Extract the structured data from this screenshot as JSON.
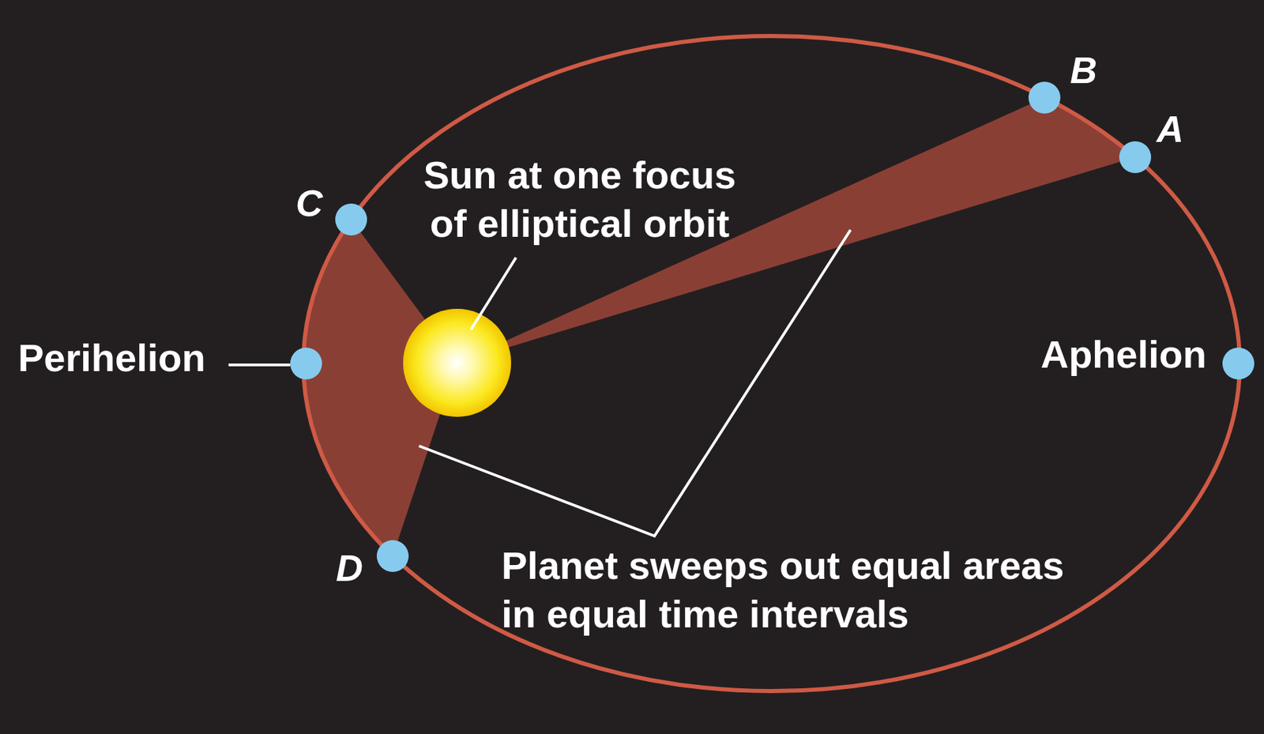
{
  "diagram": {
    "labels": [
      "B",
      "A",
      "C",
      "Sun at one focus of elliptical orbit",
      "Perihelion",
      "Aphelion",
      "D",
      "Planet sweeps out equal areas in equal time intervals"
    ]
  }
}
